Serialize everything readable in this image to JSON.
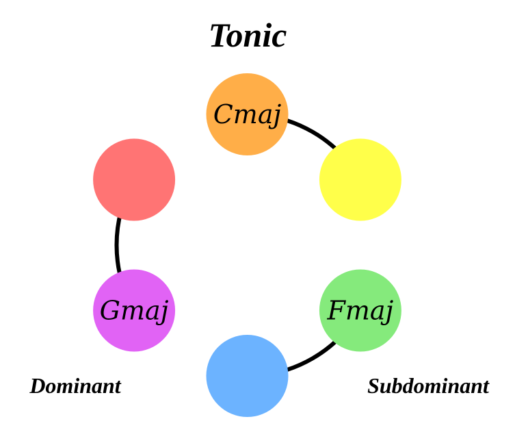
{
  "title": "Tonic",
  "labels": {
    "left": "Dominant",
    "right": "Subdominant"
  },
  "nodes": [
    {
      "id": "top",
      "label": "Cmaj",
      "color": "#FFAE48"
    },
    {
      "id": "upper-right",
      "label": "",
      "color": "#FFFF4A"
    },
    {
      "id": "lower-right",
      "label": "Fmaj",
      "color": "#85EA7C"
    },
    {
      "id": "bottom",
      "label": "",
      "color": "#6CB3FF"
    },
    {
      "id": "lower-left",
      "label": "Gmaj",
      "color": "#E163F5"
    },
    {
      "id": "upper-left",
      "label": "",
      "color": "#FF7474"
    }
  ],
  "connections": [
    {
      "from": "top",
      "to": "upper-right"
    },
    {
      "from": "lower-right",
      "to": "bottom"
    },
    {
      "from": "lower-left",
      "to": "upper-left"
    }
  ]
}
